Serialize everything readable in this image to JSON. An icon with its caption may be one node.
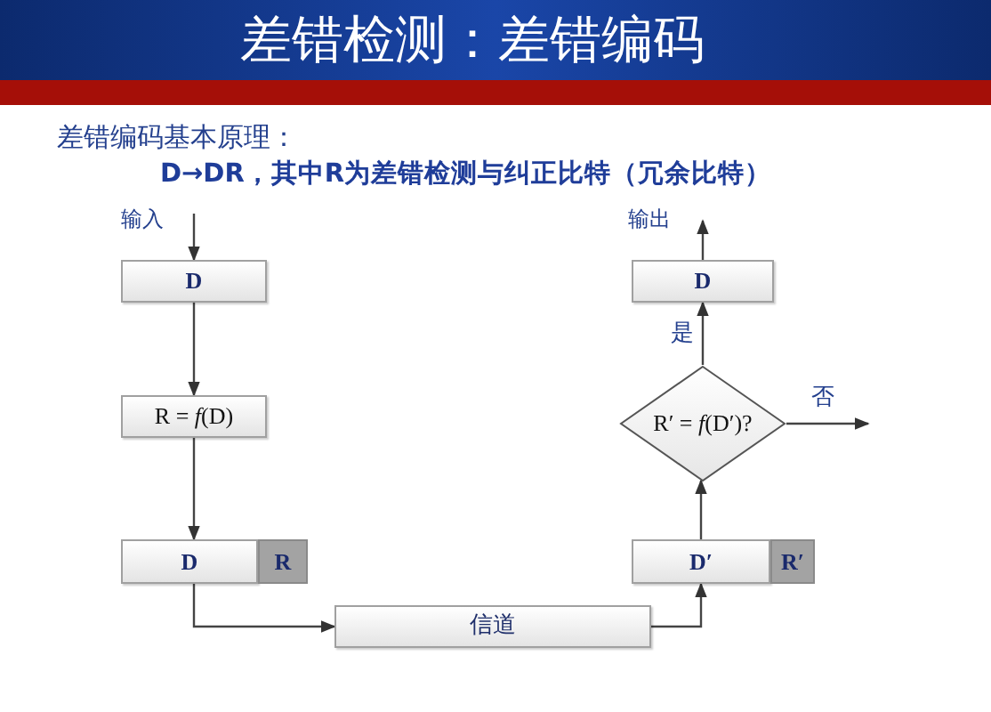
{
  "diagram": {
    "title": "差错检测：差错编码",
    "nodes": [
      {
        "text": [
          "D"
        ]
      },
      {
        "text": [
          "R = *f*(D)"
        ]
      },
      {
        "text": [
          "D"
        ]
      },
      {
        "text": [
          "R"
        ]
      },
      {
        "text": [
          "信道"
        ]
      },
      {
        "text": [
          "D′"
        ]
      },
      {
        "text": [
          "R′"
        ]
      },
      {
        "text": [
          "R′ = *f*(D′)?"
        ]
      },
      {
        "text": [
          "D"
        ]
      }
    ],
    "edges": [
      {
        "from": null,
        "to": 0,
        "arrow": "to"
      },
      {
        "from": 0,
        "to": 1,
        "arrow": "to"
      },
      {
        "from": 1,
        "to": 2,
        "arrow": "to"
      },
      {
        "from": 2,
        "to": 4,
        "arrow": "to"
      },
      {
        "from": 4,
        "to": 5,
        "arrow": "to"
      },
      {
        "from": 5,
        "to": 7,
        "arrow": "to"
      },
      {
        "from": 7,
        "to": 8,
        "arrow": "to",
        "label": "是"
      },
      {
        "from": 8,
        "to": null,
        "arrow": "to"
      },
      {
        "from": 7,
        "to": null,
        "arrow": "to",
        "label": "否"
      }
    ],
    "labels": [
      "差错编码基本原理：",
      "D→DR，其中R为差错检测与纠正比特（冗余比特）",
      "输入",
      "输出"
    ]
  }
}
